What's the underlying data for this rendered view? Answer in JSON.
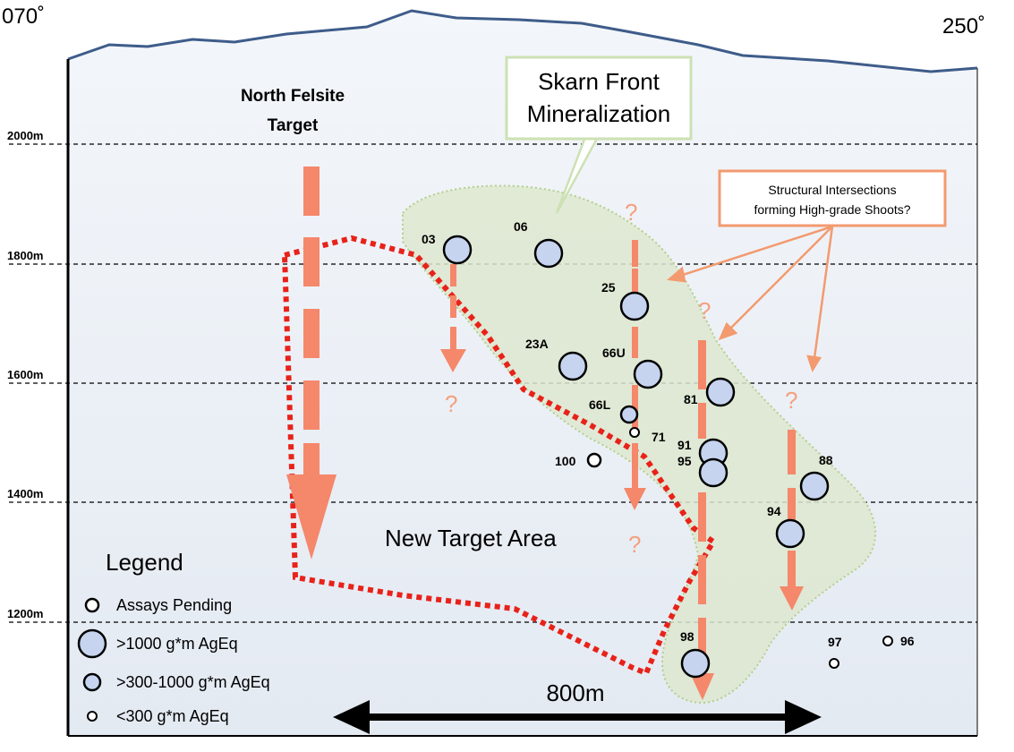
{
  "azimuth": {
    "left": "070˚",
    "right": "250˚"
  },
  "elevations": [
    "2000m",
    "1800m",
    "1600m",
    "1400m",
    "1200m"
  ],
  "targets": {
    "north_felsite": [
      "North Felsite",
      "Target"
    ],
    "skarn_front": [
      "Skarn Front",
      "Mineralization"
    ],
    "structural": [
      "Structural Intersections",
      "forming High-grade Shoots?"
    ],
    "new_area": "New Target Area"
  },
  "question_mark": "?",
  "scale_bar": "800m",
  "drill_holes": [
    "03",
    "06",
    "25",
    "23A",
    "66U",
    "66L",
    "71",
    "81",
    "100",
    "91",
    "95",
    "88",
    "94",
    "98",
    "97",
    "96"
  ],
  "legend": {
    "title": "Legend",
    "items": [
      "Assays Pending",
      ">1000 g*m AgEq",
      ">300-1000 g*m AgEq",
      "<300 g*m AgEq"
    ]
  },
  "colors": {
    "sky": "#ffffff",
    "section_fill": "#e9eef5",
    "surface_line": "#3e5c8a",
    "hole_fill": "#c6d4ef",
    "target_arrow": "#f5876b",
    "target_outline": "#e8221a",
    "skarn_fill": "#dde7cf",
    "skarn_box_border": "#cde1b4",
    "structural_border": "#f39a6f"
  }
}
